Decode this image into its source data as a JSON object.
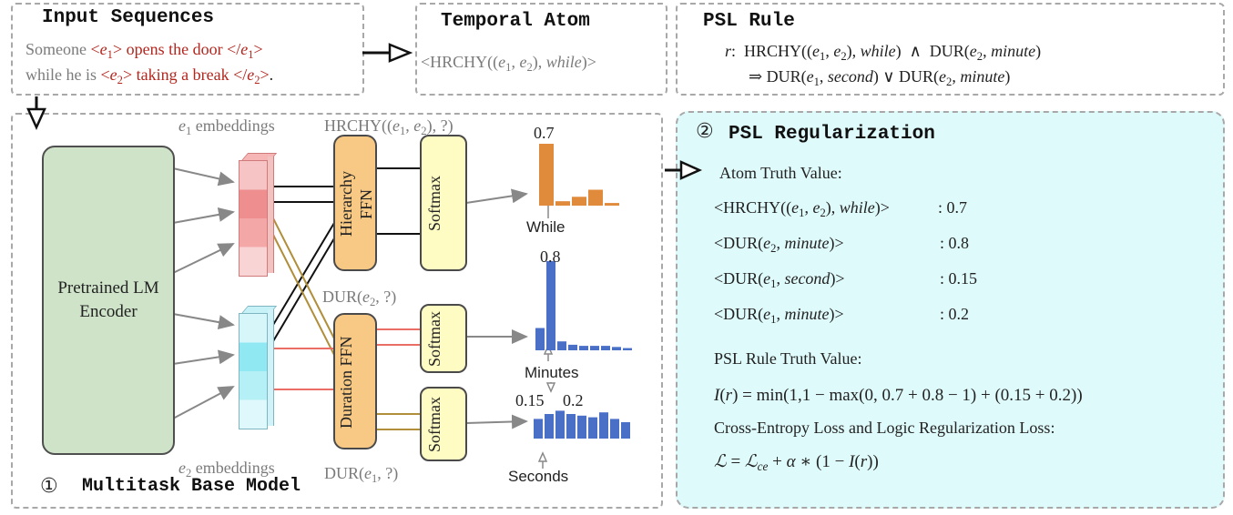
{
  "input": {
    "title": "Input Sequences",
    "s1_a": "Someone ",
    "s1_open": "<e1>",
    "s1_mid": " opens the door ",
    "s1_close": "</e1>",
    "s2_a": "while he is ",
    "s2_open": "<e2>",
    "s2_mid": " taking a break ",
    "s2_close": "</e2>",
    "s2_end": "."
  },
  "temporal_atom": {
    "title": "Temporal Atom",
    "atom": "<HRCHY((e1, e2), while)>"
  },
  "psl_rule": {
    "title": "PSL Rule",
    "r_label": "r:",
    "line1": "HRCHY((e1, e2), while) ∧ DUR(e2, minute)",
    "line2": "⇒ DUR(e1, second) ∨ DUR(e2, minute)"
  },
  "base_model": {
    "marker": "①",
    "title": "Multitask Base Model",
    "encoder_label": "Pretrained LM Encoder",
    "e1_embeddings": "e1 embeddings",
    "e2_embeddings": "e2 embeddings",
    "hierarchy_ffn": "Hierarchy FFN",
    "duration_ffn": "Duration FFN",
    "softmax": "Softmax",
    "hrchy_query": "HRCHY((e1, e2), ?)",
    "dur_e2_query": "DUR(e2, ?)",
    "dur_e1_query": "DUR(e1, ?)"
  },
  "chart_data": [
    {
      "type": "bar",
      "annotation": "0.7",
      "pointer_label": "While",
      "values": [
        0.7,
        0.05,
        0.1,
        0.18,
        0.03
      ],
      "color": "#e08a3c"
    },
    {
      "type": "bar",
      "annotation": "0.8",
      "pointer_label": "Minutes",
      "values": [
        0.2,
        0.8,
        0.08,
        0.05,
        0.04,
        0.04,
        0.04,
        0.03,
        0.02
      ],
      "color": "#4a6fc7"
    },
    {
      "type": "bar",
      "annotations": [
        "0.15",
        "0.2"
      ],
      "pointer_label": "Seconds",
      "values": [
        0.12,
        0.15,
        0.17,
        0.15,
        0.14,
        0.13,
        0.16,
        0.12,
        0.1
      ],
      "color": "#4a6fc7"
    }
  ],
  "psl_reg": {
    "marker": "②",
    "title": "PSL Regularization",
    "atom_truth_title": "Atom Truth Value:",
    "atoms": [
      {
        "name": "<HRCHY((e1, e2), while)>",
        "value": ": 0.7"
      },
      {
        "name": "<DUR(e2, minute)>",
        "value": ": 0.8"
      },
      {
        "name": "<DUR(e1, second)>",
        "value": ": 0.15"
      },
      {
        "name": "<DUR(e1, minute)>",
        "value": ": 0.2"
      }
    ],
    "rule_truth_title": "PSL Rule Truth Value:",
    "rule_formula": "I(r) = min(1,1 − max(0, 0.7 + 0.8 − 1) + (0.15 + 0.2))",
    "loss_title": "Cross-Entropy Loss and Logic Regularization Loss:",
    "loss_formula": "ℒ = ℒce + α ∗ (1 − I(r))"
  },
  "colors": {
    "encoder": "#cfe3c9",
    "ffn": "#f7c985",
    "softmax": "#fefbc3",
    "psl_panel": "#dffafb",
    "e1_embed": "#f08a8a",
    "e2_embed": "#7fe3f0",
    "orange_bar": "#e08a3c",
    "blue_bar": "#4a6fc7",
    "entity_red": "#b3261e"
  }
}
